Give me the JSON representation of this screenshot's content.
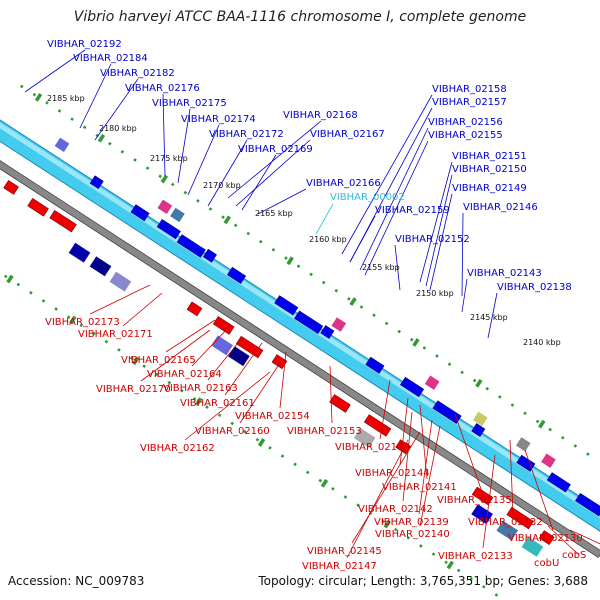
{
  "title": "Vibrio harveyi ATCC BAA-1116 chromosome I, complete genome",
  "accession": "Accession: NC_009783",
  "stats": "Topology: circular; Length: 3,765,351 bp; Genes: 3,688",
  "colors": {
    "forward_label": "#0000cc",
    "reverse_label": "#cc0000",
    "rna_label": "#33bbdd",
    "backbone": "#44ccee",
    "forward_gene": "#0000ee",
    "reverse_gene": "#ee0000",
    "tick": "#339933"
  },
  "kbp_ticks": [
    "2185 kbp",
    "2180 kbp",
    "2175 kbp",
    "2170 kbp",
    "2165 kbp",
    "2160 kbp",
    "2155 kbp",
    "2150 kbp",
    "2145 kbp",
    "2140 kbp"
  ],
  "forward_labels": [
    "VIBHAR_02192",
    "VIBHAR_02184",
    "VIBHAR_02182",
    "VIBHAR_02176",
    "VIBHAR_02175",
    "VIBHAR_02174",
    "VIBHAR_02172",
    "VIBHAR_02168",
    "VIBHAR_02167",
    "VIBHAR_02169",
    "VIBHAR_02166",
    "VIBHAR_02159",
    "VIBHAR_02158",
    "VIBHAR_02157",
    "VIBHAR_02156",
    "VIBHAR_02155",
    "VIBHAR_02151",
    "VIBHAR_02150",
    "VIBHAR_02149",
    "VIBHAR_02146",
    "VIBHAR_02152",
    "VIBHAR_02143",
    "VIBHAR_02138"
  ],
  "rna_labels": [
    "VIBHAR_00002"
  ],
  "reverse_labels": [
    "VIBHAR_02173",
    "VIBHAR_02171",
    "VIBHAR_02165",
    "VIBHAR_02164",
    "VIBHAR_02170",
    "VIBHAR_02163",
    "VIBHAR_02161",
    "VIBHAR_02154",
    "VIBHAR_02160",
    "VIBHAR_02153",
    "VIBHAR_02162",
    "VIBHAR_02148",
    "VIBHAR_02144",
    "VIBHAR_02141",
    "VIBHAR_02142",
    "VIBHAR_02135",
    "VIBHAR_02139",
    "VIBHAR_02132",
    "VIBHAR_02140",
    "VIBHAR_02130",
    "VIBHAR_02145",
    "VIBHAR_02133",
    "VIBHAR_02147",
    "cobS",
    "cobU"
  ]
}
